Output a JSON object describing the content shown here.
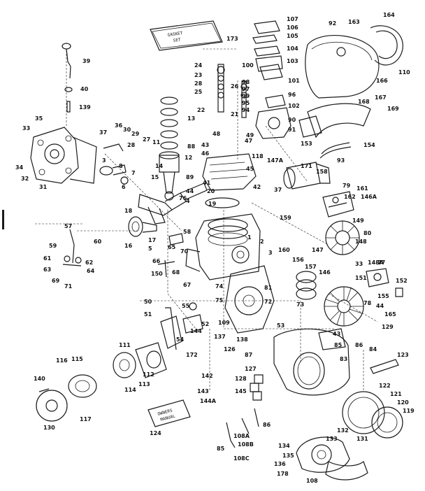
{
  "figure": "engine-parts-exploded-view",
  "colors": {
    "ink": "#1a1a1a",
    "background": "#ffffff"
  },
  "part_numbers": [
    "39",
    "40",
    "139",
    "35",
    "33",
    "36",
    "30",
    "29",
    "27",
    "37",
    "28",
    "34",
    "32",
    "31",
    "7",
    "8",
    "3",
    "6",
    "12",
    "11",
    "14",
    "15",
    "13",
    "24",
    "23",
    "28",
    "25",
    "22",
    "21",
    "26",
    "98",
    "97",
    "99",
    "95",
    "96",
    "101",
    "100",
    "102",
    "94",
    "90",
    "91",
    "107",
    "106",
    "105",
    "104",
    "103",
    "173",
    "92",
    "163",
    "164",
    "110",
    "166",
    "167",
    "168",
    "169",
    "154",
    "93",
    "171",
    "153",
    "158",
    "37",
    "147A",
    "118",
    "45",
    "42",
    "47",
    "48",
    "49",
    "46",
    "43",
    "88",
    "89",
    "44",
    "41",
    "20",
    "19",
    "18",
    "16",
    "17",
    "5",
    "76",
    "4",
    "58",
    "57",
    "60",
    "59",
    "62",
    "61",
    "63",
    "64",
    "69",
    "71",
    "70",
    "65",
    "66",
    "67",
    "68",
    "150",
    "74",
    "75",
    "72",
    "81",
    "1",
    "2",
    "3",
    "160",
    "159",
    "79",
    "162",
    "161",
    "146A",
    "148",
    "149",
    "80",
    "147",
    "33",
    "148A",
    "77",
    "151",
    "152",
    "155",
    "156",
    "157",
    "146",
    "73",
    "78",
    "44",
    "165",
    "43",
    "129",
    "85",
    "86",
    "84",
    "83",
    "87",
    "53",
    "109",
    "50",
    "55",
    "51",
    "52",
    "54",
    "144",
    "172",
    "111",
    "112",
    "113",
    "114",
    "115",
    "116",
    "117",
    "130",
    "140",
    "137",
    "138",
    "126",
    "127",
    "128",
    "145",
    "142",
    "143",
    "144A",
    "124",
    "123",
    "122",
    "121",
    "120",
    "119",
    "131",
    "132",
    "133",
    "134",
    "135",
    "136",
    "178",
    "108",
    "108A",
    "108B",
    "108C",
    "85",
    "86"
  ],
  "manual_plate": {
    "line1": "OWNERS",
    "line2": "MANUAL"
  },
  "gasket_set_plate": {
    "line1": "GASKET",
    "line2": "SET"
  }
}
